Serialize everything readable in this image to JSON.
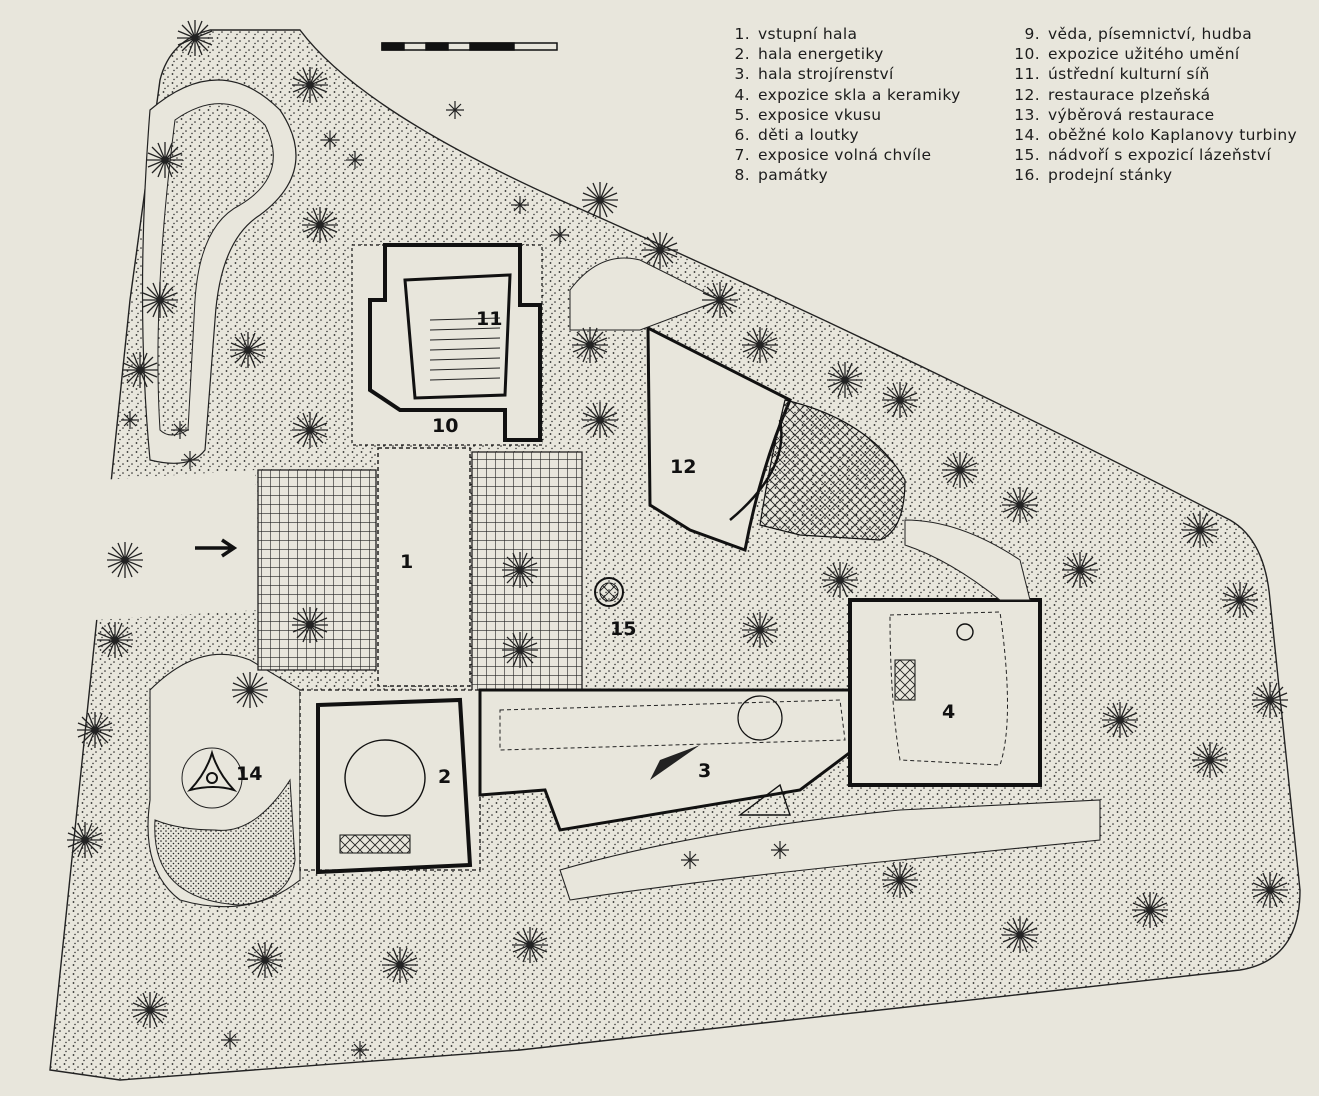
{
  "legend": {
    "left": [
      {
        "num": "1.",
        "text": "vstupní hala"
      },
      {
        "num": "2.",
        "text": "hala energetiky"
      },
      {
        "num": "3.",
        "text": "hala strojírenství"
      },
      {
        "num": "4.",
        "text": "expozice skla a keramiky"
      },
      {
        "num": "5.",
        "text": "exposice vkusu"
      },
      {
        "num": "6.",
        "text": "děti a loutky"
      },
      {
        "num": "7.",
        "text": "exposice volná chvíle"
      },
      {
        "num": "8.",
        "text": "památky"
      }
    ],
    "right": [
      {
        "num": "9.",
        "text": "věda, písemnictví, hudba"
      },
      {
        "num": "10.",
        "text": "expozice užitého umění"
      },
      {
        "num": "11.",
        "text": "ústřední kulturní síň"
      },
      {
        "num": "12.",
        "text": "restaurace plzeňská"
      },
      {
        "num": "13.",
        "text": "výběrová restaurace"
      },
      {
        "num": "14.",
        "text": "oběžné kolo Kaplanovy turbiny"
      },
      {
        "num": "15.",
        "text": "nádvoří s expozicí lázeňství"
      },
      {
        "num": "16.",
        "text": "prodejní stánky"
      }
    ]
  },
  "plan_labels": {
    "l1": "1",
    "l2": "2",
    "l3": "3",
    "l4": "4",
    "l10": "10",
    "l11": "11",
    "l12": "12",
    "l14": "14",
    "l15": "15"
  },
  "colors": {
    "paper": "#e8e6dc",
    "ink": "#1c1c1c"
  }
}
